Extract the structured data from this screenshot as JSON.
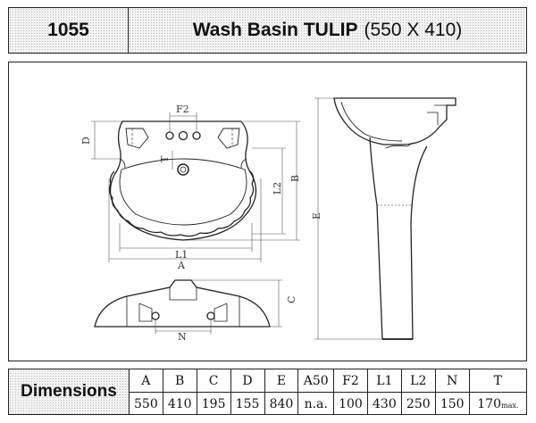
{
  "header": {
    "code": "1055",
    "title_name": "Wash Basin TULIP",
    "title_size": "(550 X 410)"
  },
  "drawing": {
    "labels": {
      "F2": "F2",
      "D": "D",
      "T": "T",
      "L2": "L2",
      "B": "B",
      "L1": "L1",
      "A": "A",
      "E": "E",
      "C": "C",
      "N": "N"
    }
  },
  "dimensions": {
    "label": "Dimensions",
    "columns": [
      {
        "key": "A",
        "value": "550"
      },
      {
        "key": "B",
        "value": "410"
      },
      {
        "key": "C",
        "value": "195"
      },
      {
        "key": "D",
        "value": "155"
      },
      {
        "key": "E",
        "value": "840"
      },
      {
        "key": "A50",
        "value": "n.a."
      },
      {
        "key": "F2",
        "value": "100"
      },
      {
        "key": "L1",
        "value": "430"
      },
      {
        "key": "L2",
        "value": "250"
      },
      {
        "key": "N",
        "value": "150"
      },
      {
        "key": "T",
        "value": "170",
        "suffix": "max."
      }
    ]
  }
}
